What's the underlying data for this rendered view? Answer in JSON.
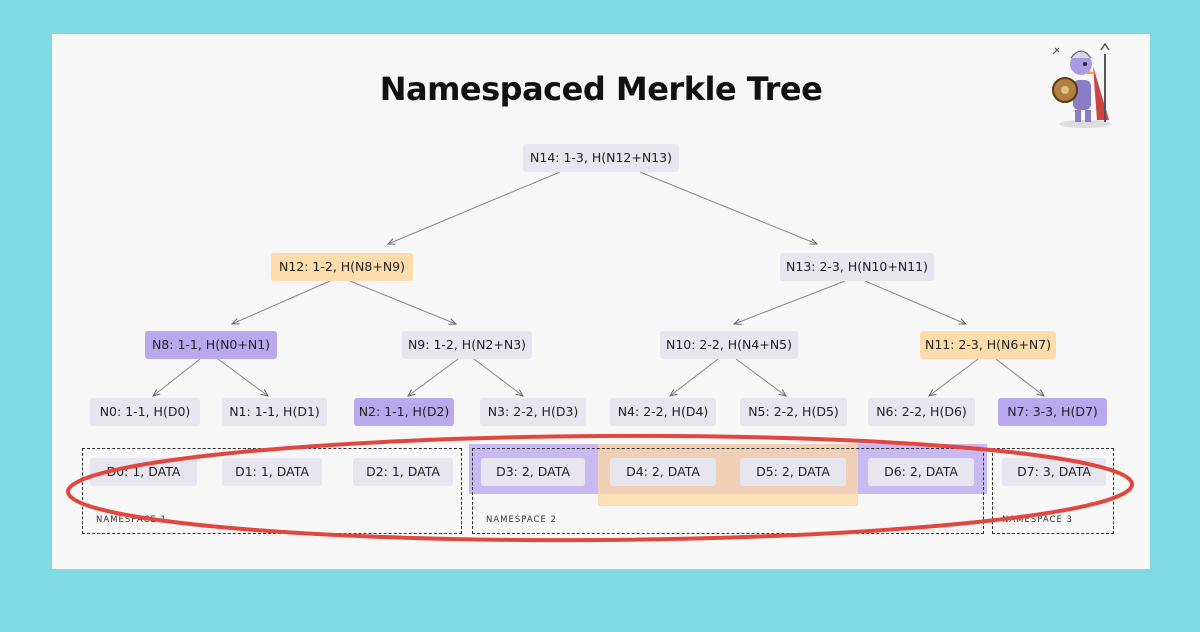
{
  "title": "Namespaced Merkle Tree",
  "nodes": {
    "n14": "N14: 1-3, H(N12+N13)",
    "n12": "N12: 1-2, H(N8+N9)",
    "n13": "N13: 2-3, H(N10+N11)",
    "n8": "N8: 1-1, H(N0+N1)",
    "n9": "N9: 1-2, H(N2+N3)",
    "n10": "N10: 2-2, H(N4+N5)",
    "n11": "N11: 2-3, H(N6+N7)",
    "n0": "N0: 1-1, H(D0)",
    "n1": "N1: 1-1, H(D1)",
    "n2": "N2: 1-1, H(D2)",
    "n3": "N3: 2-2, H(D3)",
    "n4": "N4: 2-2, H(D4)",
    "n5": "N5: 2-2, H(D5)",
    "n6": "N6: 2-2, H(D6)",
    "n7": "N7: 3-3, H(D7)"
  },
  "data": {
    "d0": "D0: 1, DATA",
    "d1": "D1: 1, DATA",
    "d2": "D2: 1, DATA",
    "d3": "D3: 2, DATA",
    "d4": "D4: 2, DATA",
    "d5": "D5: 2, DATA",
    "d6": "D6: 2, DATA",
    "d7": "D7: 3, DATA"
  },
  "namespaces": {
    "ns1": "NAMESPACE 1",
    "ns2": "NAMESPACE 2",
    "ns3": "NAMESPACE 3"
  },
  "colors": {
    "background": "#7fdae3",
    "card": "#f8f7f7",
    "node": "#e7e6ef",
    "purple": "#b9a8ee",
    "orange": "#fbdcaa",
    "highlight_ellipse": "#e2473f"
  },
  "icons": {
    "mascot": "warrior-mascot-icon"
  }
}
